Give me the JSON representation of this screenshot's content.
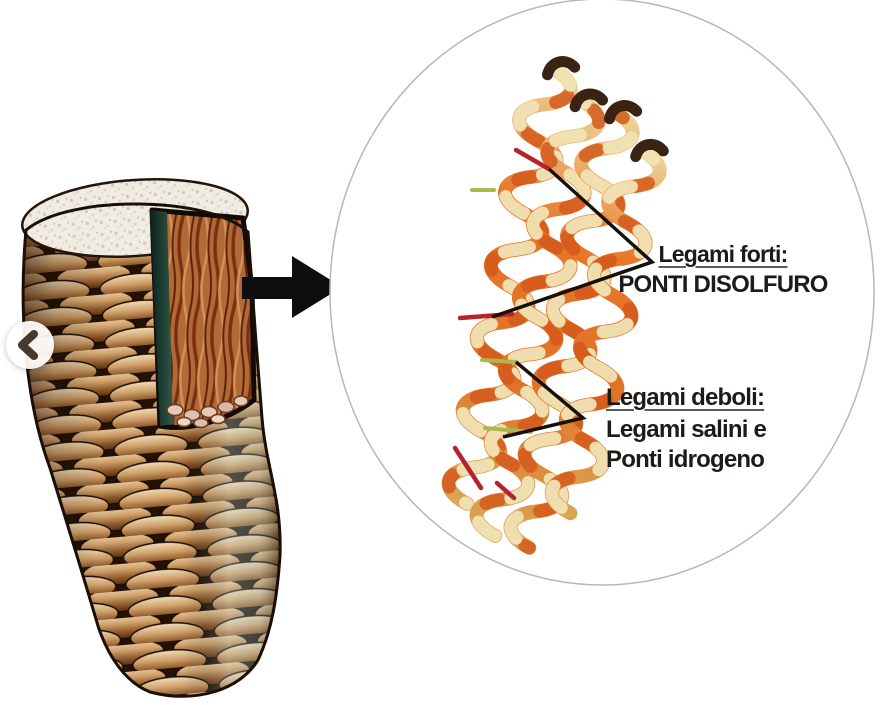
{
  "view": {
    "background": "#ffffff"
  },
  "carousel": {
    "prev_button": "previous"
  },
  "magnified": {
    "strong": {
      "title": "Legami forti:",
      "value": "PONTI DISOLFURO"
    },
    "weak": {
      "title": "Legami deboli:",
      "line1": "Legami salini e",
      "line2": "Ponti idrogeno"
    }
  },
  "colors": {
    "bond_strong": "#b5232c",
    "bond_weak": "#a9b94e",
    "callout": "#17100a",
    "circle_border": "#b7b7b7",
    "label_text": "#1e1a17",
    "arrow": "#0e0e0e",
    "chain_cream": "#f0e3b4",
    "chain_dark_orange": "#d4591c",
    "chain_tip": "#3a2313",
    "chevron": "#473a2c"
  }
}
